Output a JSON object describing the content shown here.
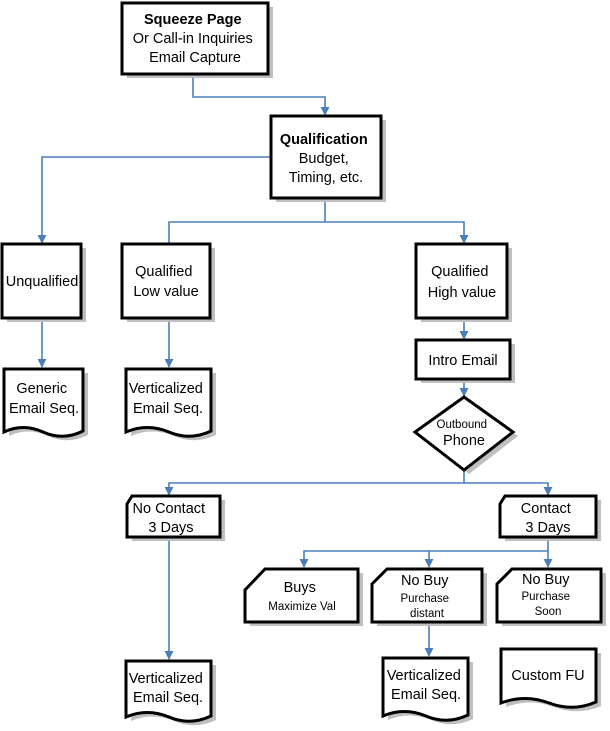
{
  "nodes": {
    "squeeze": {
      "lines": [
        "Squeeze Page",
        "Or Call-in Inquiries",
        "Email Capture"
      ]
    },
    "qualification": {
      "lines": [
        "Qualification",
        "Budget,",
        "Timing, etc."
      ]
    },
    "unqualified": {
      "lines": [
        "Unqualified"
      ]
    },
    "qual_low": {
      "lines": [
        "Qualified",
        "Low value"
      ]
    },
    "qual_high": {
      "lines": [
        "Qualified",
        "High value"
      ]
    },
    "generic_seq": {
      "lines": [
        "Generic",
        "Email Seq."
      ]
    },
    "vert_seq_low": {
      "lines": [
        "Verticalized",
        "Email Seq."
      ]
    },
    "intro_email": {
      "lines": [
        "Intro Email"
      ]
    },
    "outbound_phone": {
      "lines": [
        "Outbound",
        "Phone"
      ]
    },
    "no_contact": {
      "lines": [
        "No Contact",
        "3 Days"
      ]
    },
    "contact": {
      "lines": [
        "Contact",
        "3 Days"
      ]
    },
    "buys": {
      "lines": [
        "Buys",
        "Maximize Val"
      ]
    },
    "no_buy_distant": {
      "lines": [
        "No Buy",
        "Purchase",
        "distant"
      ]
    },
    "no_buy_soon": {
      "lines": [
        "No Buy",
        "Purchase",
        "Soon"
      ]
    },
    "vert_seq_nocontact": {
      "lines": [
        "Verticalized",
        "Email Seq."
      ]
    },
    "vert_seq_distant": {
      "lines": [
        "Verticalized",
        "Email Seq."
      ]
    },
    "custom_fu": {
      "lines": [
        "Custom FU"
      ]
    }
  }
}
